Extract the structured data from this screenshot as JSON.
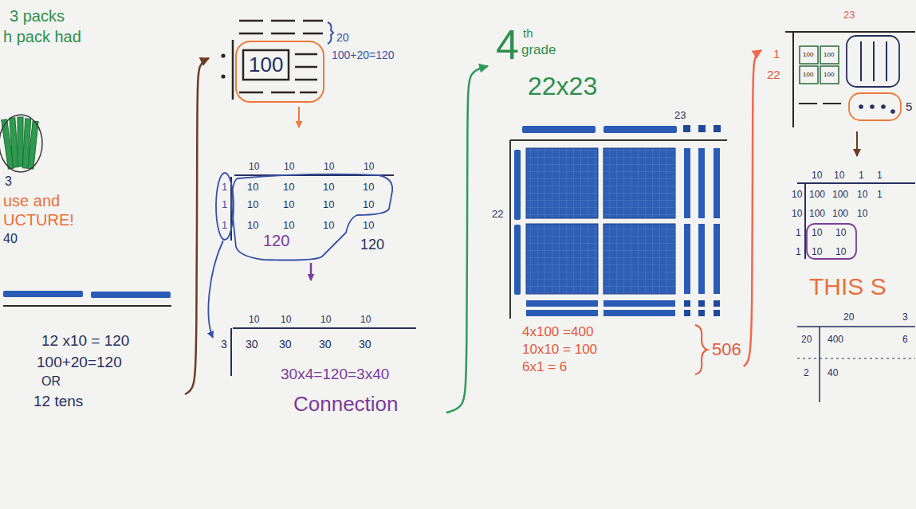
{
  "diagram": {
    "nodes": [
      {
        "text": [
          "3 packs",
          "h pack had",
          "3",
          "use and",
          "UCTURE!",
          "40",
          "12 x10 = 120",
          "100+20=120",
          "OR",
          "12 tens"
        ]
      },
      {
        "text": [
          "100",
          "20",
          "100+20=120",
          "10",
          "10",
          "10",
          "10",
          "1",
          "1",
          "1",
          "10",
          "10",
          "10",
          "10",
          "10",
          "10",
          "10",
          "10",
          "10",
          "10",
          "10",
          "10",
          "120",
          "120",
          "10",
          "10",
          "10",
          "10",
          "3",
          "30",
          "30",
          "30",
          "30",
          "30x4=120=3x40",
          "Connection"
        ]
      },
      {
        "text": [
          "4",
          "th",
          "grade",
          "22x23",
          "23",
          "22",
          "4x100 =400",
          "10x10 = 100",
          "6x1 = 6",
          "506"
        ]
      },
      {
        "text": [
          "23",
          "1",
          "22",
          "100",
          "100",
          "100",
          "100",
          "5",
          "10",
          "10",
          "1",
          "1",
          "10",
          "10",
          "1",
          "1",
          "100",
          "100",
          "10",
          "1",
          "100",
          "100",
          "10",
          "10",
          "10",
          "10",
          "10",
          "THIS S",
          "20",
          "3",
          "20",
          "400",
          "6",
          "2",
          "40"
        ]
      }
    ],
    "edges": [
      {
        "from": 0,
        "to": 1,
        "arrow": "to"
      },
      {
        "from": 1,
        "to": 2,
        "arrow": "to"
      },
      {
        "from": 2,
        "to": 3,
        "arrow": "to"
      }
    ]
  }
}
